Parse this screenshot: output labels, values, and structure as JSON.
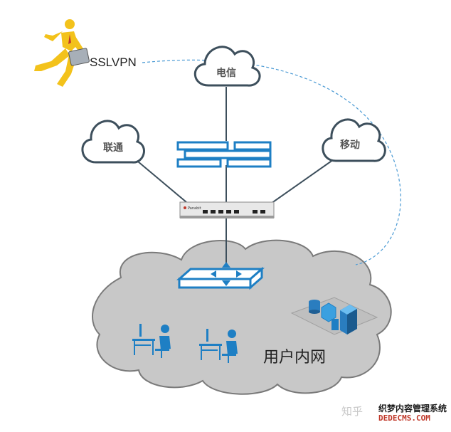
{
  "diagram": {
    "vpn_label": "SSLVPN",
    "cloud_telecom": "电信",
    "cloud_unicom": "联通",
    "cloud_mobile": "移动",
    "lan_label": "用户内网",
    "device_brand": "Panabit"
  },
  "watermark": {
    "zhihu": "知乎",
    "cms_line1": "织梦内容管理系统",
    "cms_line2": "DEDECMS.COM"
  },
  "colors": {
    "cloud_fill": "#ffffff",
    "cloud_stroke": "#3d4f5c",
    "lan_fill": "#c8c8c8",
    "lan_stroke": "#7a7a7a",
    "blue": "#1e7fc4",
    "vpn_link": "#4a9ad4",
    "person_yellow": "#f3c21b"
  }
}
